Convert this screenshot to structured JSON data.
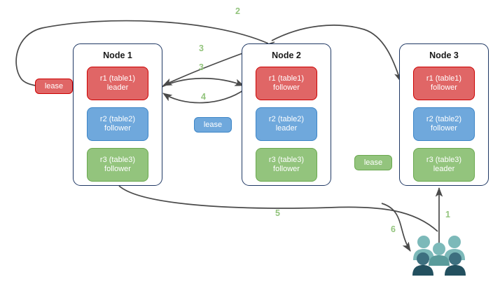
{
  "diagram": {
    "title": "distributed-lease-diagram",
    "colors": {
      "red_fill": "#e06666",
      "red_border": "#cc0000",
      "blue_fill": "#6fa8dc",
      "blue_border": "#3d85c6",
      "green_fill": "#93c47d",
      "green_border": "#6aa84f",
      "node_border": "#1f3864",
      "arrow": "#4a4a4a",
      "label": "#93c47d",
      "people_light": "#7cb9b9",
      "people_dark": "#2f5d6e"
    }
  },
  "nodes": [
    {
      "title": "Node 1",
      "replicas": [
        {
          "name": "r1 (table1)",
          "role": "leader",
          "color": "red"
        },
        {
          "name": "r2 (table2)",
          "role": "follower",
          "color": "blue"
        },
        {
          "name": "r3 (table3)",
          "role": "follower",
          "color": "green"
        }
      ]
    },
    {
      "title": "Node 2",
      "replicas": [
        {
          "name": "r1 (table1)",
          "role": "follower",
          "color": "red"
        },
        {
          "name": "r2 (table2)",
          "role": "leader",
          "color": "blue"
        },
        {
          "name": "r3 (table3)",
          "role": "follower",
          "color": "green"
        }
      ]
    },
    {
      "title": "Node 3",
      "replicas": [
        {
          "name": "r1 (table1)",
          "role": "follower",
          "color": "red"
        },
        {
          "name": "r2 (table2)",
          "role": "follower",
          "color": "blue"
        },
        {
          "name": "r3 (table3)",
          "role": "leader",
          "color": "green"
        }
      ]
    }
  ],
  "leases": [
    {
      "label": "lease",
      "color": "red"
    },
    {
      "label": "lease",
      "color": "blue"
    },
    {
      "label": "lease",
      "color": "green"
    }
  ],
  "step_labels": [
    {
      "text": "1"
    },
    {
      "text": "2"
    },
    {
      "text": "3"
    },
    {
      "text": "3"
    },
    {
      "text": "4"
    },
    {
      "text": "5"
    },
    {
      "text": "6"
    }
  ],
  "actors": {
    "icon": "people-group-icon",
    "count": 5
  }
}
